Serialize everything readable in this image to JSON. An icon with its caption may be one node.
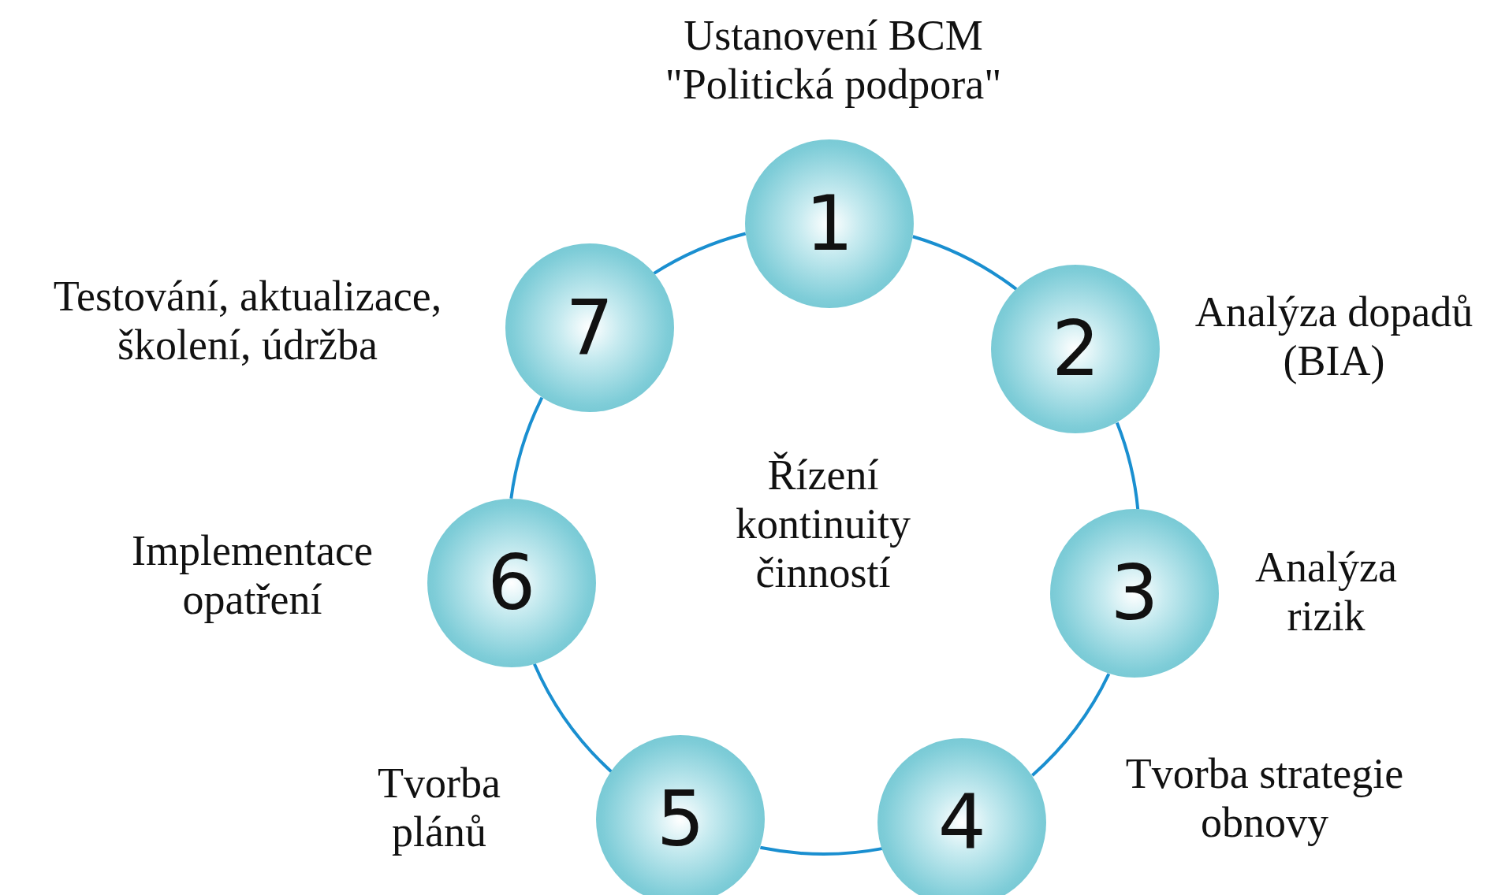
{
  "diagram": {
    "nodes": [
      {
        "text": [
          "1"
        ],
        "beside": [
          "Ustanovení BCM \"Politická podpora\""
        ]
      },
      {
        "text": [
          "2"
        ],
        "beside": [
          "Analýza dopadů (BIA)"
        ]
      },
      {
        "text": [
          "3"
        ],
        "beside": [
          "Analýza rizik"
        ]
      },
      {
        "text": [
          "4"
        ],
        "beside": [
          "Tvorba strategie obnovy"
        ]
      },
      {
        "text": [
          "5"
        ],
        "beside": [
          "Tvorba plánů"
        ]
      },
      {
        "text": [
          "6"
        ],
        "beside": [
          "Implementace opatření"
        ]
      },
      {
        "text": [
          "7"
        ],
        "beside": [
          "Testování, aktualizace, školení, údržba"
        ]
      }
    ],
    "edges": [
      {
        "from": 0,
        "to": 1,
        "arrow": "none"
      },
      {
        "from": 1,
        "to": 2,
        "arrow": "none"
      },
      {
        "from": 2,
        "to": 3,
        "arrow": "none"
      },
      {
        "from": 3,
        "to": 4,
        "arrow": "none"
      },
      {
        "from": 4,
        "to": 5,
        "arrow": "none"
      },
      {
        "from": 5,
        "to": 6,
        "arrow": "none"
      },
      {
        "from": 6,
        "to": 0,
        "arrow": "none"
      }
    ],
    "labels": [
      "Řízení kontinuity činností"
    ]
  }
}
